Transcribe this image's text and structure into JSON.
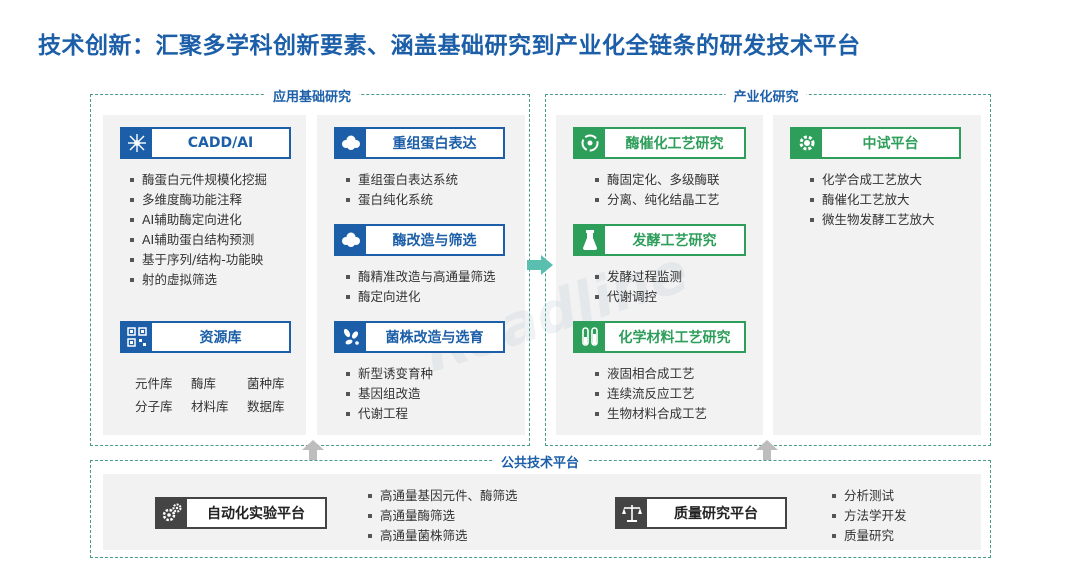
{
  "title": "技术创新：汇聚多学科创新要素、涵盖基础研究到产业化全链条的研发技术平台",
  "sections": {
    "basic": "应用基础研究",
    "industrial": "产业化研究",
    "public": "公共技术平台"
  },
  "cadd": {
    "label": "CADD/AI",
    "items": [
      "酶蛋白元件规模化挖掘",
      "多维度酶功能注释",
      "AI辅助酶定向进化",
      "AI辅助蛋白结构预测",
      "基于序列/结构-功能映",
      "射的虚拟筛选"
    ]
  },
  "resource": {
    "label": "资源库",
    "items": [
      "元件库",
      "酶库",
      "菌种库",
      "分子库",
      "材料库",
      "数据库"
    ]
  },
  "protein": {
    "label": "重组蛋白表达",
    "items": [
      "重组蛋白表达系统",
      "蛋白纯化系统"
    ]
  },
  "enzyme_mod": {
    "label": "酶改造与筛选",
    "items": [
      "酶精准改造与高通量筛选",
      "酶定向进化"
    ]
  },
  "strain": {
    "label": "菌株改造与选育",
    "items": [
      "新型诱变育种",
      "基因组改造",
      "代谢工程"
    ]
  },
  "enzyme_cat": {
    "label": "酶催化工艺研究",
    "items": [
      "酶固定化、多级酶联",
      "分离、纯化结晶工艺"
    ]
  },
  "ferment": {
    "label": "发酵工艺研究",
    "items": [
      "发酵过程监测",
      "代谢调控"
    ]
  },
  "chem": {
    "label": "化学材料工艺研究",
    "items": [
      "液固相合成工艺",
      "连续流反应工艺",
      "生物材料合成工艺"
    ]
  },
  "pilot": {
    "label": "中试平台",
    "items": [
      "化学合成工艺放大",
      "酶催化工艺放大",
      "微生物发酵工艺放大"
    ]
  },
  "automation": {
    "label": "自动化实验平台",
    "items": [
      "高通量基因元件、酶筛选",
      "高通量酶筛选",
      "高通量菌株筛选"
    ]
  },
  "quality": {
    "label": "质量研究平台",
    "items": [
      "分析测试",
      "方法学开发",
      "质量研究"
    ]
  },
  "watermark": "Readline",
  "colors": {
    "blue": "#1c5fa8",
    "green": "#2e9e5b",
    "dark": "#444444",
    "dashed": "#4a9a8c",
    "panel": "#f2f2f2"
  }
}
